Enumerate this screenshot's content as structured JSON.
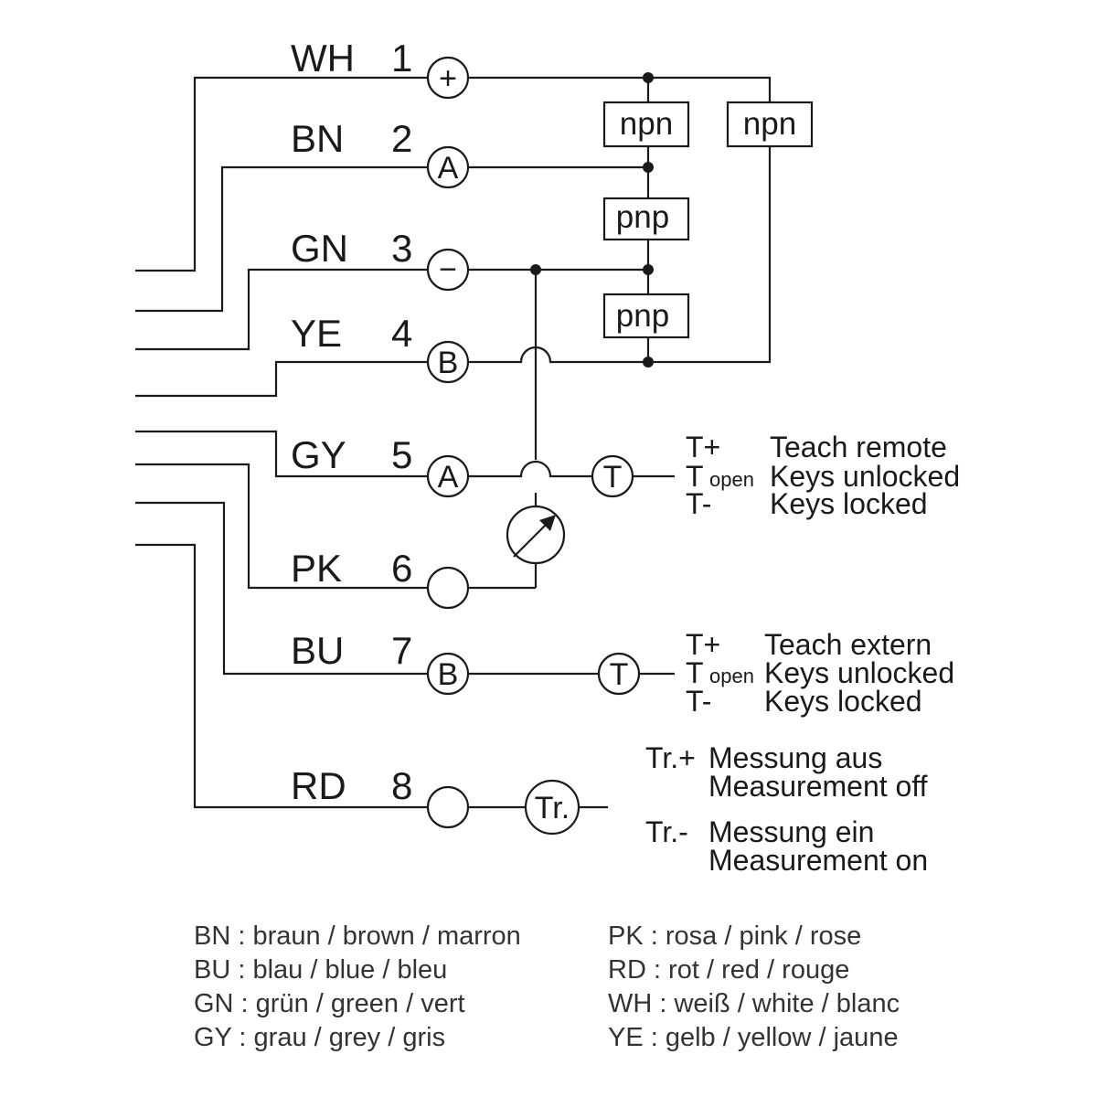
{
  "pins": [
    {
      "color": "WH",
      "number": "1",
      "symbol": "+"
    },
    {
      "color": "BN",
      "number": "2",
      "symbol": "A"
    },
    {
      "color": "GN",
      "number": "3",
      "symbol": "−"
    },
    {
      "color": "YE",
      "number": "4",
      "symbol": "B"
    },
    {
      "color": "GY",
      "number": "5",
      "symbol": "A"
    },
    {
      "color": "PK",
      "number": "6",
      "symbol": ""
    },
    {
      "color": "BU",
      "number": "7",
      "symbol": "B"
    },
    {
      "color": "RD",
      "number": "8",
      "symbol": ""
    }
  ],
  "components": {
    "npn_left": "npn",
    "npn_right": "npn",
    "pnp_upper": "pnp",
    "pnp_lower": "pnp",
    "teach_symbol_5": "T",
    "teach_symbol_7": "T",
    "trigger_symbol": "Tr."
  },
  "teach_remote": {
    "t_plus": "T+",
    "t_open_t": "T",
    "t_open_sub": "open",
    "t_minus": "T-",
    "plus_desc": "Teach remote",
    "open_desc": "Keys unlocked",
    "minus_desc": "Keys locked"
  },
  "teach_extern": {
    "t_plus": "T+",
    "t_open_t": "T",
    "t_open_sub": "open",
    "t_minus": "T-",
    "plus_desc": "Teach extern",
    "open_desc": "Keys unlocked",
    "minus_desc": "Keys locked"
  },
  "trigger": {
    "plus_label": "Tr.+",
    "plus_line1": "Messung aus",
    "plus_line2": "Measurement off",
    "minus_label": "Tr.-",
    "minus_line1": "Messung ein",
    "minus_line2": "Measurement on"
  },
  "legend_left": [
    "BN : braun / brown / marron",
    "BU : blau / blue / bleu",
    "GN : grün / green / vert",
    "GY : grau / grey / gris"
  ],
  "legend_right": [
    "PK : rosa / pink / rose",
    "RD : rot / red / rouge",
    "WH : weiß / white / blanc",
    "YE : gelb / yellow / jaune"
  ]
}
